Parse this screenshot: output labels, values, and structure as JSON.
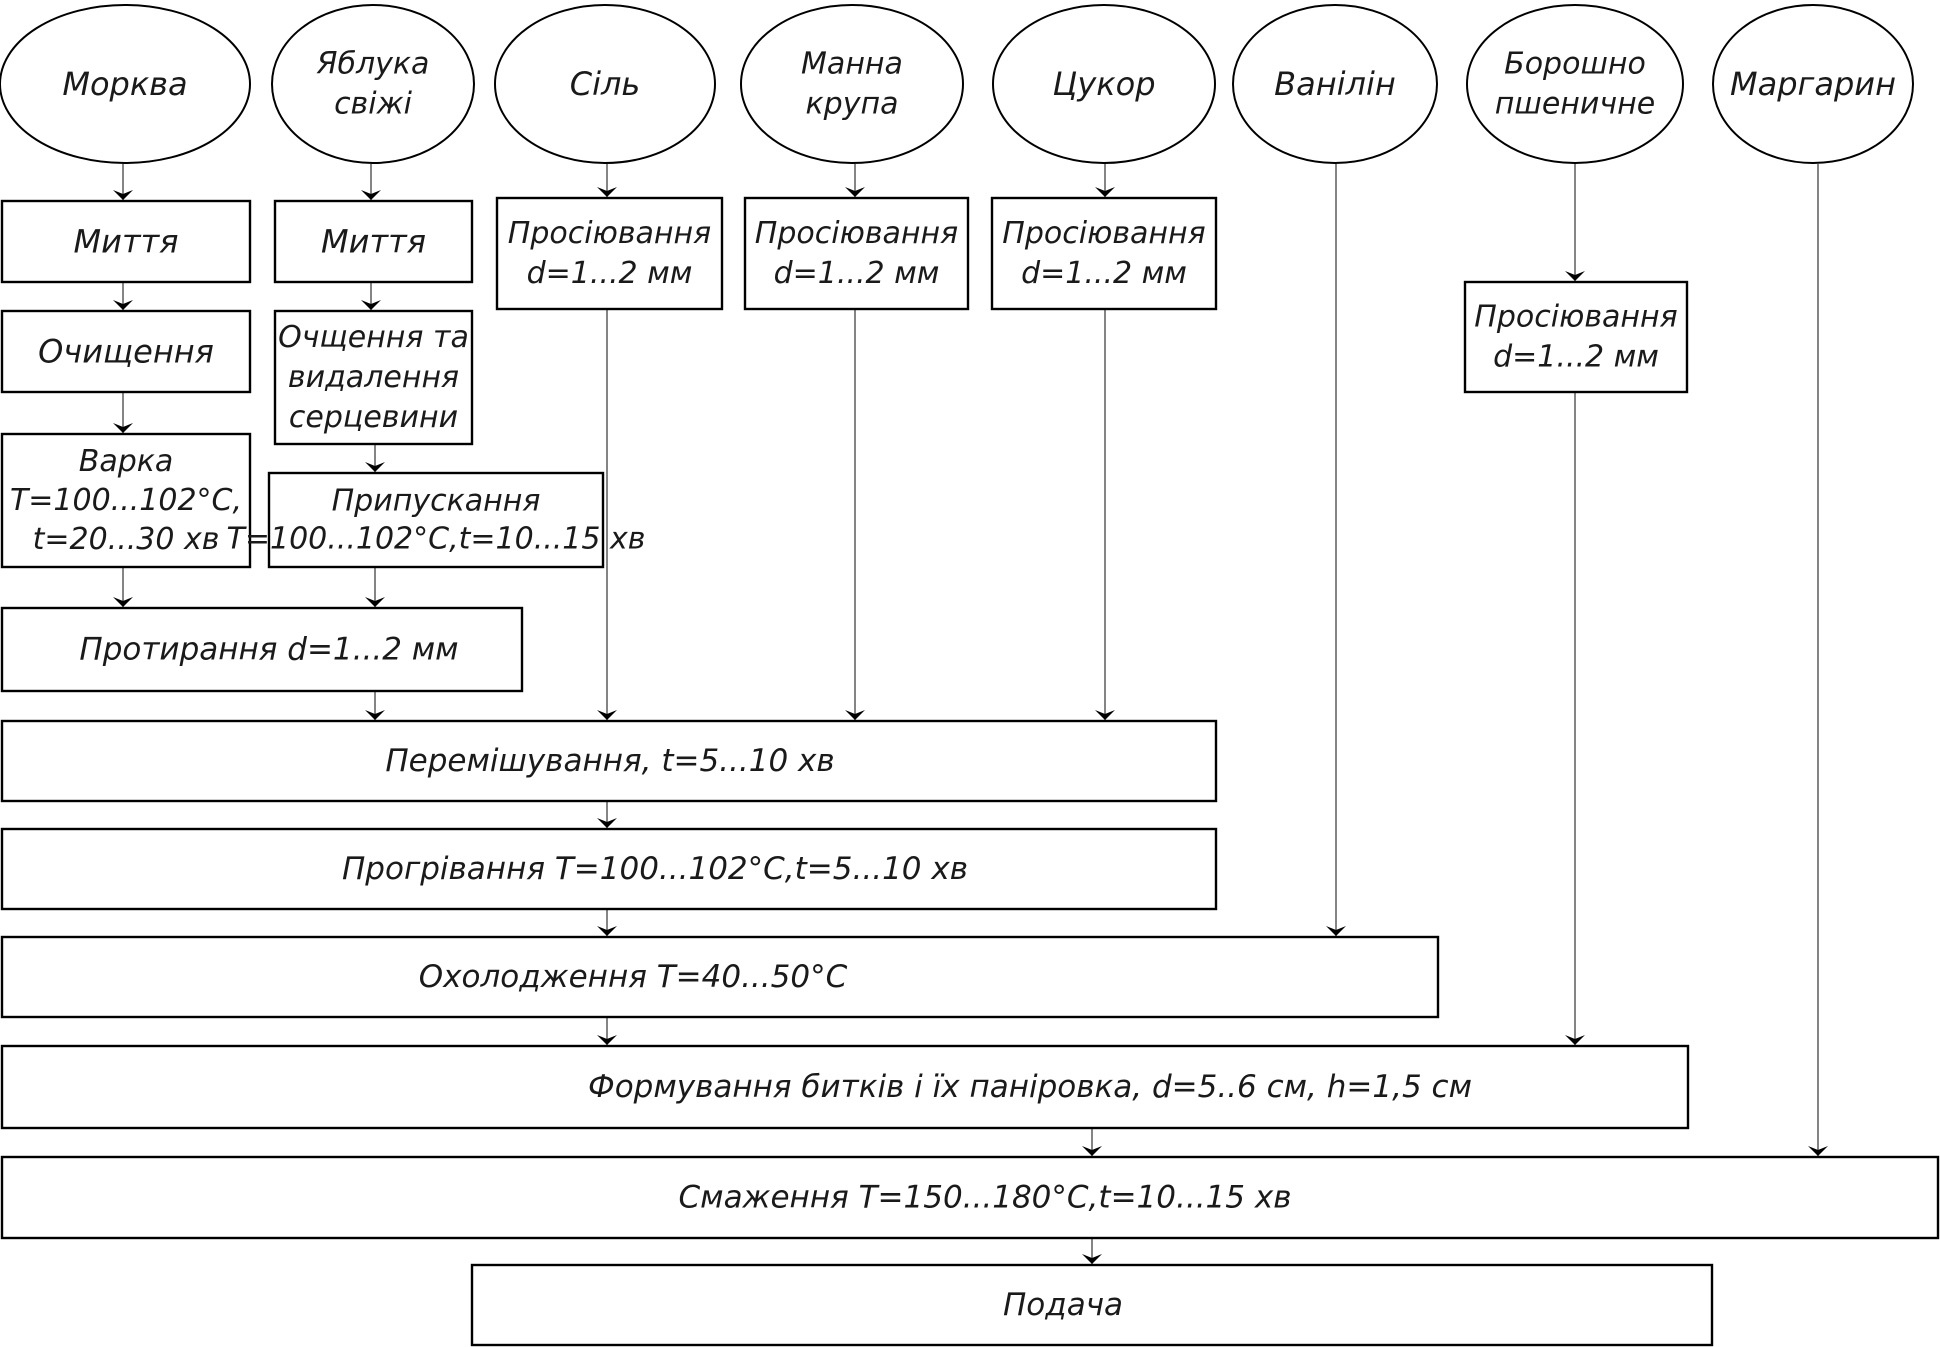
{
  "ingredients": [
    {
      "id": "morkva",
      "lines": [
        "Морква"
      ]
    },
    {
      "id": "yabluka",
      "lines": [
        "Яблука",
        "свіжі"
      ]
    },
    {
      "id": "sil",
      "lines": [
        "Сіль"
      ]
    },
    {
      "id": "manna",
      "lines": [
        "Манна",
        "крупа"
      ]
    },
    {
      "id": "tsukor",
      "lines": [
        "Цукор"
      ]
    },
    {
      "id": "vanilin",
      "lines": [
        "Ванілін"
      ]
    },
    {
      "id": "boroshno",
      "lines": [
        "Борошно",
        "пшеничне"
      ]
    },
    {
      "id": "margaryn",
      "lines": [
        "Маргарин"
      ]
    }
  ],
  "operations": [
    {
      "id": "myttia1",
      "lines": [
        "Миття"
      ]
    },
    {
      "id": "ochyshchennia",
      "lines": [
        "Очищення"
      ]
    },
    {
      "id": "varka",
      "lines": [
        "Варка",
        "T=100...102°C,",
        "t=20...30 хв"
      ]
    },
    {
      "id": "myttia2",
      "lines": [
        "Миття"
      ]
    },
    {
      "id": "ochyshchennia2",
      "lines": [
        "Очщення та",
        "видалення",
        "серцевини"
      ]
    },
    {
      "id": "prypuskannia",
      "lines": [
        "Припускання",
        "T=100...102°C,t=10...15 хв"
      ]
    },
    {
      "id": "prosiuvannia_sil",
      "lines": [
        "Просіювання",
        "d=1...2 мм"
      ]
    },
    {
      "id": "prosiuvannia_manna",
      "lines": [
        "Просіювання",
        "d=1...2 мм"
      ]
    },
    {
      "id": "prosiuvannia_tsukor",
      "lines": [
        "Просіювання",
        "d=1...2 мм"
      ]
    },
    {
      "id": "prosiuvannia_boroshno",
      "lines": [
        "Просіювання",
        "d=1...2 мм"
      ]
    },
    {
      "id": "protyrannia",
      "lines": [
        "Протирання d=1...2 мм"
      ]
    },
    {
      "id": "peremishuvannia",
      "lines": [
        "Перемішування, t=5...10 хв"
      ]
    },
    {
      "id": "progrivannia",
      "lines": [
        "Прогрівання T=100...102°C,t=5...10 хв"
      ]
    },
    {
      "id": "okholodzhennia",
      "lines": [
        "Охолодження T=40...50°C"
      ]
    },
    {
      "id": "formuvannia",
      "lines": [
        "Формування битків і їх паніровка, d=5..6 см, h=1,5 см"
      ]
    },
    {
      "id": "smazhennia",
      "lines": [
        "Смаження T=150...180°C,t=10...15 хв"
      ]
    },
    {
      "id": "podacha",
      "lines": [
        "Подача"
      ]
    }
  ]
}
